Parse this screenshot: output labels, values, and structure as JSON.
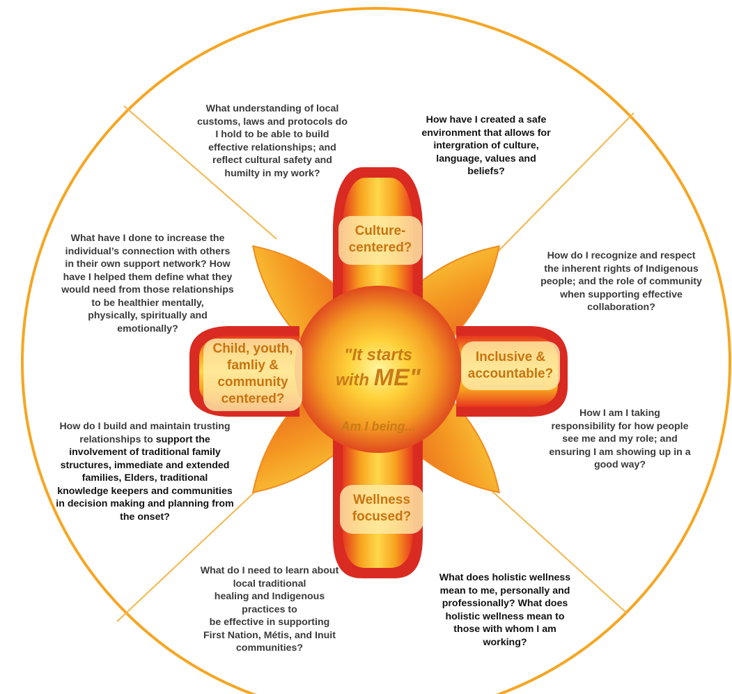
{
  "diagram": {
    "center": {
      "line1": "\"It starts",
      "line2_prefix": "with",
      "line2_emph": "ME\"",
      "prompt": "Am I being..."
    },
    "petals": {
      "top": [
        "Culture-",
        "centered?"
      ],
      "right": [
        "Inclusive &",
        "accountable?"
      ],
      "bottom": [
        "Wellness",
        "focused?"
      ],
      "left": [
        "Child, youth,",
        "famliy &",
        "community",
        "centered?"
      ]
    },
    "questions": {
      "top_left": [
        "What understanding of local",
        "customs, laws and protocols do",
        "I hold to be able to build",
        "effective relationships; and",
        "reflect cultural safety and",
        "humilty in my  work?"
      ],
      "top_right": [
        "How have I created a safe",
        "environment that allows for",
        "intergration of culture,",
        "language, values and",
        "beliefs?"
      ],
      "right_upper": [
        "How do I recognize and respect",
        "the inherent rights of Indigenous",
        "people; and the role of community",
        "when supporting effective",
        "collaboration?"
      ],
      "right_lower": [
        "How I am I taking",
        "responsibility for how people",
        "see me and my role; and",
        "ensuring I am showing up in a",
        "good way?"
      ],
      "bottom_right": [
        "What does holistic wellness",
        "mean to me, personally and",
        "professionally? What does",
        "holistic wellness mean to",
        "those with whom I am",
        "working?"
      ],
      "bottom_left": [
        "What do I need to learn about",
        "local traditional",
        "healing and Indigenous",
        "practices to",
        "be effective in supporting",
        "First Nation, Métis, and Inuit",
        "communities?"
      ],
      "left_lower": {
        "lead": [
          "How do I build and maintain trusting",
          "relationships to"
        ],
        "lead_emph": "support the",
        "rest": [
          "involvement of traditional family",
          "structures, immediate and extended",
          "families, Elders, traditional",
          "knowledge keepers and communities",
          "in decision making and planning from",
          "the onset?"
        ]
      },
      "left_upper": [
        "What have I done to increase the",
        "individual’s connection with others",
        "in their own support network? How",
        "have I helped them define what they",
        "would need from those relationships",
        "to be healthier mentally,",
        "physically, spiritually and",
        "emotionally?"
      ]
    },
    "colors": {
      "circle": "#f5a623",
      "divider": "#f3b64a",
      "flower_outer": "#d92b22",
      "flower_mid": "#f28a1e",
      "flower_inner": "#fbd03a",
      "center_core": "#ffe36a",
      "label_text": "#c9730f",
      "question_text": "#3a3a3a"
    }
  }
}
